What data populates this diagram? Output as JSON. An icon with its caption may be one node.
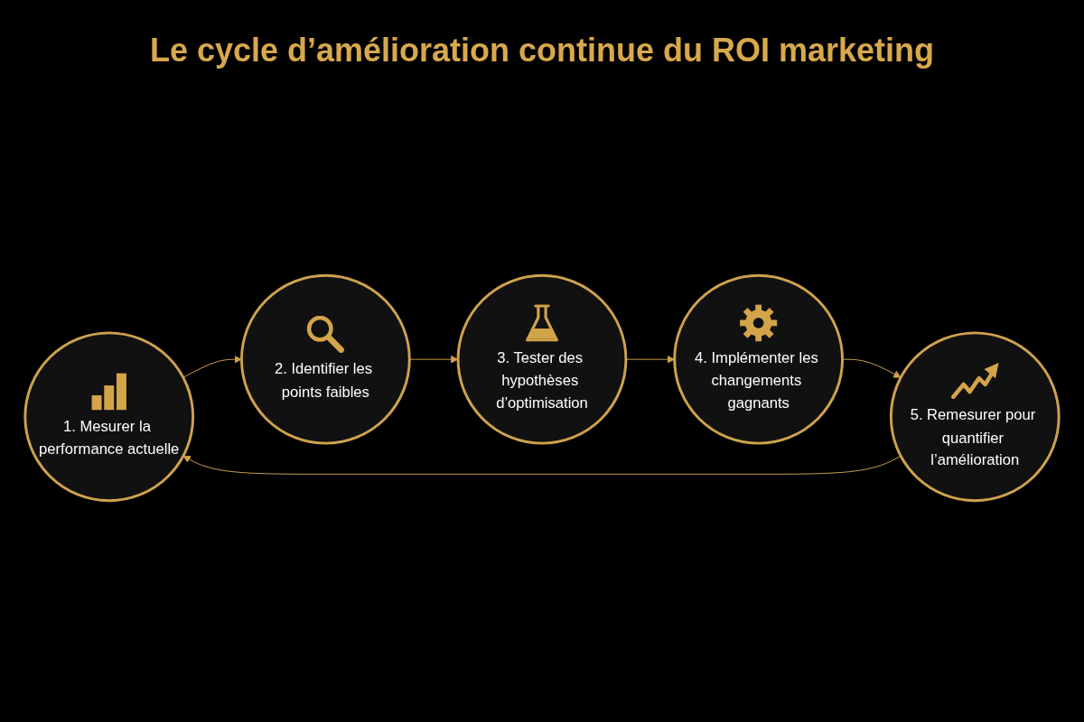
{
  "diagram": {
    "title": "Le cycle d’amélioration continue du ROI marketing",
    "nodes": [
      {
        "text": [
          "1. Mesurer la performance actuelle"
        ]
      },
      {
        "text": [
          "2. Identifier les points faibles"
        ]
      },
      {
        "text": [
          "3. Tester des hypothèses d’optimisation"
        ]
      },
      {
        "text": [
          "4. Implémenter les changements gagnants"
        ]
      },
      {
        "text": [
          "5. Remesurer pour quantifier l’amélioration"
        ]
      }
    ],
    "edges": [
      {
        "from": 0,
        "to": 1,
        "arrow": "to"
      },
      {
        "from": 1,
        "to": 2,
        "arrow": "to"
      },
      {
        "from": 2,
        "to": 3,
        "arrow": "to"
      },
      {
        "from": 3,
        "to": 4,
        "arrow": "to"
      },
      {
        "from": 4,
        "to": 0,
        "arrow": "to"
      }
    ]
  }
}
